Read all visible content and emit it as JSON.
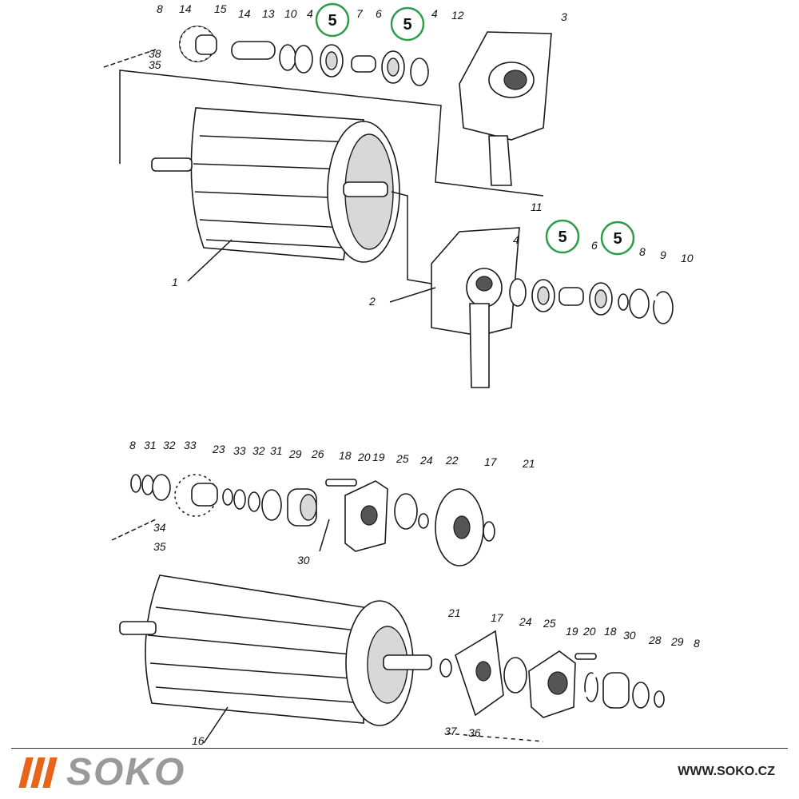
{
  "diagram": {
    "highlighted_part": "5",
    "upper_labels": [
      "8",
      "14",
      "15",
      "14",
      "13",
      "10",
      "4",
      "5",
      "7",
      "6",
      "5",
      "4",
      "12",
      "3",
      "38",
      "35",
      "1",
      "11",
      "5",
      "5",
      "4",
      "6",
      "8",
      "9",
      "10",
      "2"
    ],
    "lower_labels": [
      "8",
      "31",
      "32",
      "33",
      "23",
      "33",
      "32",
      "31",
      "29",
      "26",
      "18",
      "20",
      "19",
      "25",
      "24",
      "22",
      "17",
      "21",
      "34",
      "35",
      "30",
      "21",
      "17",
      "24",
      "25",
      "19",
      "20",
      "18",
      "30",
      "28",
      "29",
      "8",
      "16",
      "37",
      "36"
    ]
  },
  "footer": {
    "logo_text": "SOKO",
    "website": "WWW.SOKO.CZ",
    "accent_color": "#e8641a",
    "logo_text_color": "#9a9a9a"
  }
}
